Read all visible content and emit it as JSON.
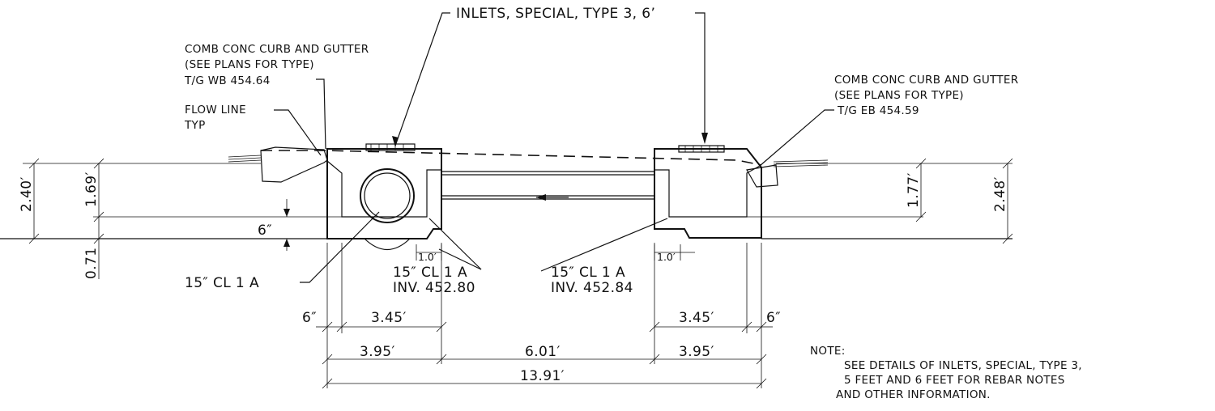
{
  "labels": {
    "inlet_title": "INLETS, SPECIAL, TYPE 3, 6’",
    "curb_left_1": "COMB CONC CURB AND GUTTER",
    "curb_left_2": "(SEE PLANS FOR TYPE)",
    "tg_wb": "T/G WB 454.64",
    "flow_line_1": "FLOW LINE",
    "flow_line_2": "TYP",
    "curb_right_1": "COMB CONC CURB AND GUTTER",
    "curb_right_2": "(SEE PLANS FOR TYPE)",
    "tg_eb": "T/G EB 454.59",
    "pipe_left": "15″ CL 1 A",
    "pipe_mid_left_1": "15″ CL 1 A",
    "pipe_mid_left_2": "INV. 452.80",
    "pipe_mid_right_1": "15″ CL 1 A",
    "pipe_mid_right_2": "INV. 452.84"
  },
  "dimensions": {
    "left_height_total": "2.40′",
    "left_height_upper": "1.69′",
    "left_height_lower": "0.71",
    "left_six_inch": "6″",
    "right_height_upper": "1.77′",
    "right_height_total": "2.48′",
    "left_step": "1.0′",
    "right_step": "1.0′",
    "row1_left_edge": "6″",
    "row1_left_inside": "3.45′",
    "row1_right_inside": "3.45′",
    "row1_right_edge": "6″",
    "row2_left": "3.95′",
    "row2_middle": "6.01′",
    "row2_right": "3.95′",
    "row3_total": "13.91′"
  },
  "note": {
    "heading": "NOTE:",
    "line1": "SEE DETAILS OF INLETS, SPECIAL, TYPE 3,",
    "line2": "5 FEET AND 6 FEET FOR REBAR NOTES",
    "line3": "AND OTHER INFORMATION."
  }
}
